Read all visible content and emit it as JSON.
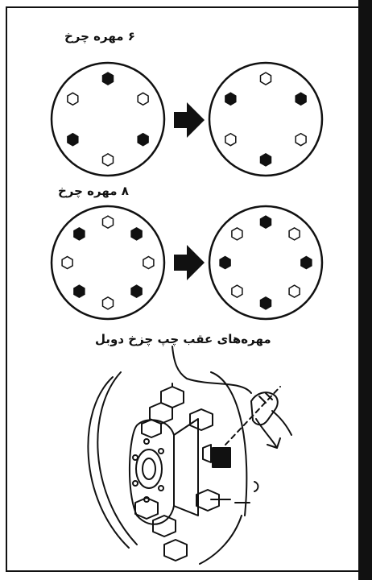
{
  "labels": {
    "six_nut": "۶ مهره چرخ",
    "eight_nut": "۸ مهره چرخ",
    "dual_wheel": "مهره‌های عقب چپ چزخ دوبل"
  },
  "colors": {
    "ink": "#111111",
    "background": "#ffffff"
  },
  "icons": [
    "arrow-right-icon",
    "hex-nut-icon",
    "socket-wrench-icon"
  ]
}
